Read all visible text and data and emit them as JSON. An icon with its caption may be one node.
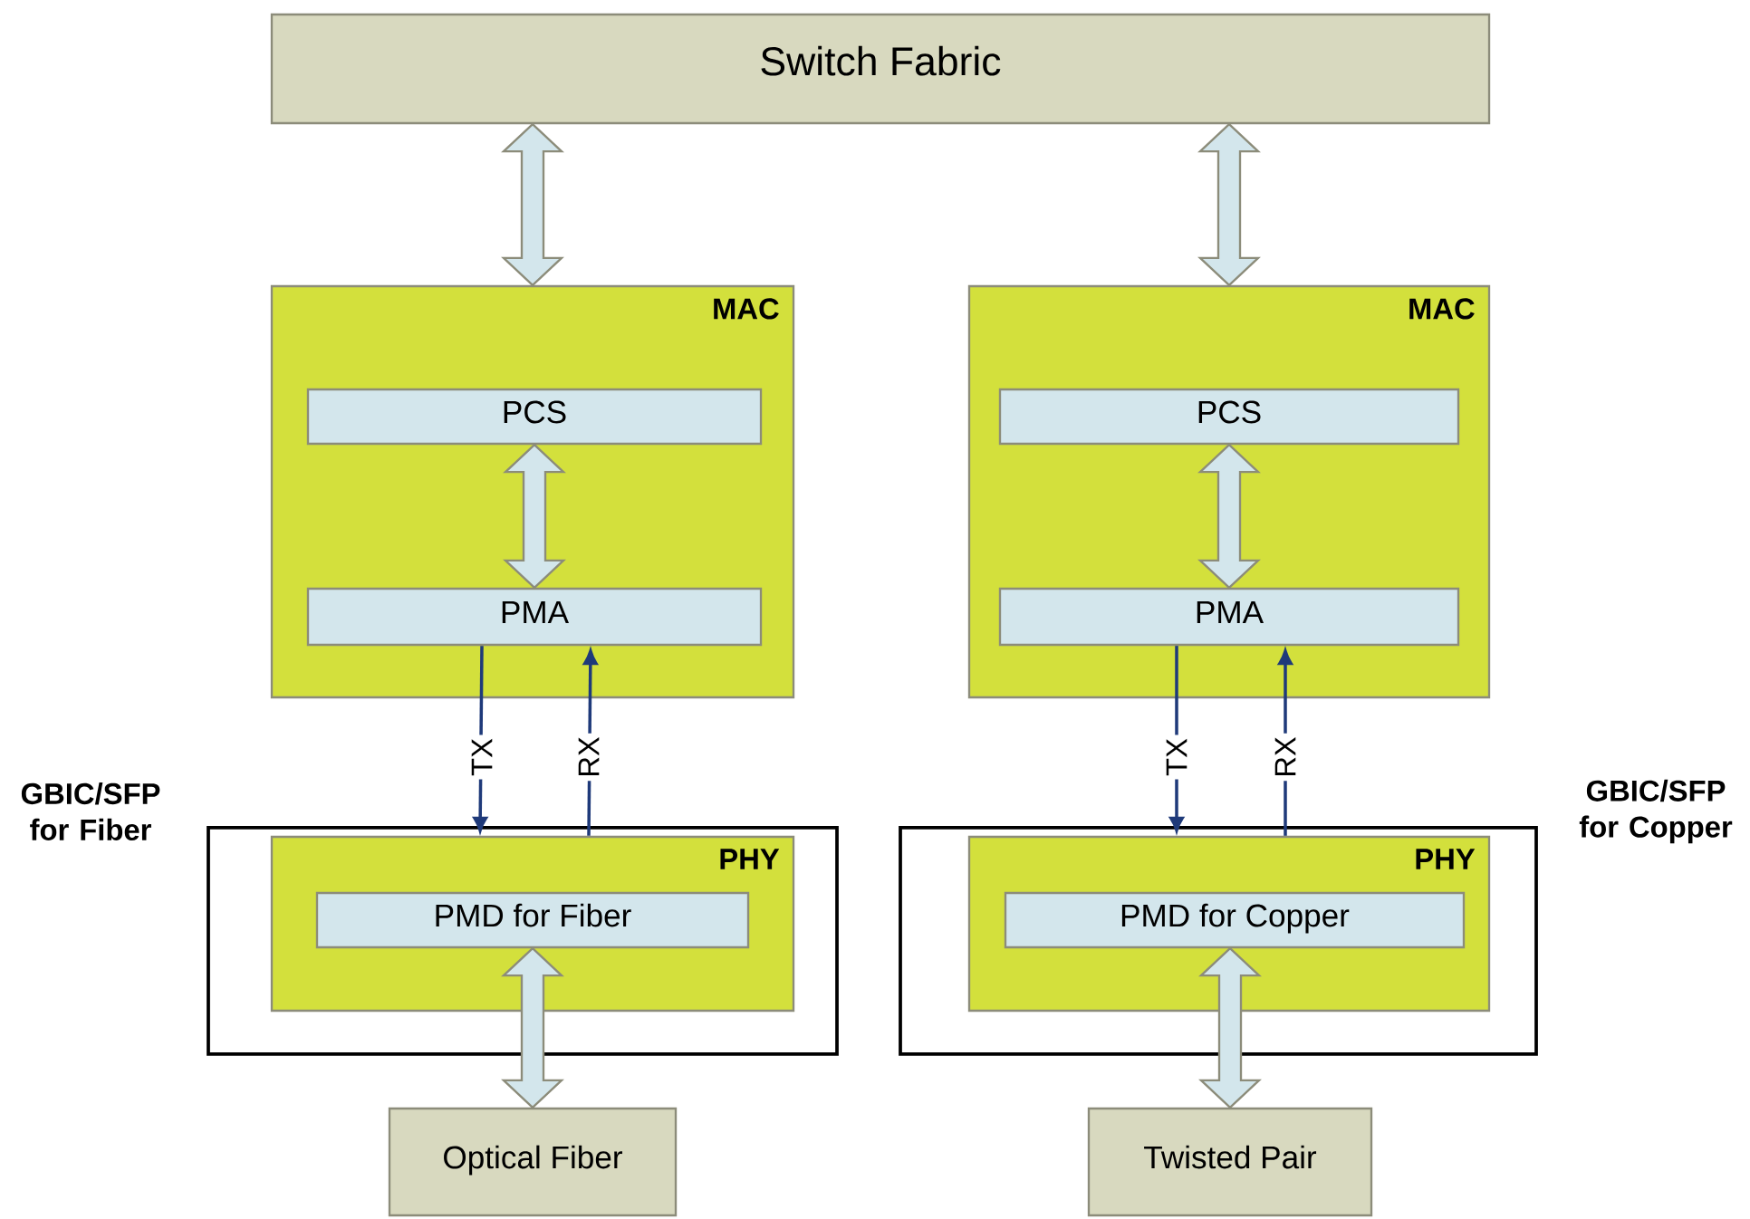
{
  "diagram": {
    "nodes": [
      {
        "text": [
          "Switch Fabric"
        ]
      },
      {
        "text": [
          "MAC"
        ]
      },
      {
        "text": [
          "PCS"
        ],
        "in": 1
      },
      {
        "text": [
          "PMA"
        ],
        "in": 1
      },
      {
        "text": [
          "GBIC/SFP for Fiber"
        ]
      },
      {
        "text": [
          "PHY"
        ],
        "in": 4
      },
      {
        "text": [
          "PMD for Fiber"
        ],
        "in": 5
      },
      {
        "text": [
          "Optical Fiber"
        ]
      },
      {
        "text": [
          "MAC"
        ]
      },
      {
        "text": [
          "PCS"
        ],
        "in": 8
      },
      {
        "text": [
          "PMA"
        ],
        "in": 8
      },
      {
        "text": [
          "GBIC/SFP for Copper"
        ]
      },
      {
        "text": [
          "PHY"
        ],
        "in": 11
      },
      {
        "text": [
          "PMD for Copper"
        ],
        "in": 12
      },
      {
        "text": [
          "Twisted Pair"
        ]
      }
    ],
    "edges": [
      {
        "from": 0,
        "to": 1,
        "arrow": "both",
        "style": "thick"
      },
      {
        "from": 0,
        "to": 8,
        "arrow": "both",
        "style": "thick"
      },
      {
        "from": 2,
        "to": 3,
        "arrow": "both",
        "style": "thick"
      },
      {
        "from": 9,
        "to": 10,
        "arrow": "both",
        "style": "thick"
      },
      {
        "from": 3,
        "to": 5,
        "arrow": "to",
        "label": "TX",
        "color": "#1f3a7a"
      },
      {
        "from": 5,
        "to": 3,
        "arrow": "to",
        "label": "RX",
        "color": "#1f3a7a"
      },
      {
        "from": 10,
        "to": 12,
        "arrow": "to",
        "label": "TX",
        "color": "#1f3a7a"
      },
      {
        "from": 12,
        "to": 10,
        "arrow": "to",
        "label": "RX",
        "color": "#1f3a7a"
      },
      {
        "from": 6,
        "to": 7,
        "arrow": "both",
        "style": "thick"
      },
      {
        "from": 13,
        "to": 14,
        "arrow": "both",
        "style": "thick"
      }
    ]
  }
}
